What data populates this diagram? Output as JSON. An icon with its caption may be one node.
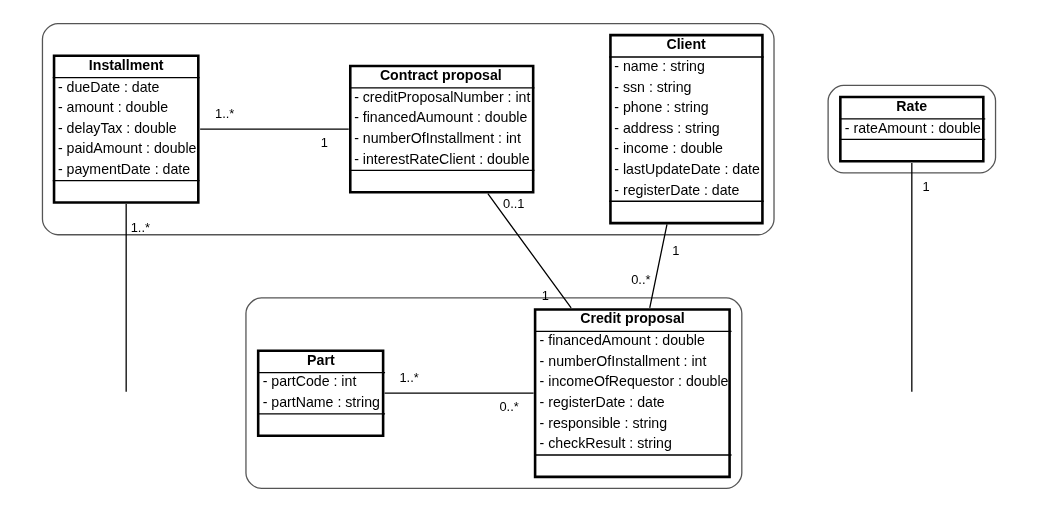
{
  "diagram": {
    "nodes": [
      {
        "text": [],
        "shape": "box"
      },
      {
        "text": [
          "Installment",
          "- dueDate : date",
          "- amount : double",
          "- delayTax : double",
          "- paidAmount : double",
          "- paymentDate : date"
        ],
        "in": 0
      },
      {
        "text": [
          "Contract proposal",
          "- creditProposalNumber : int",
          "- financedAumount : double",
          "- numberOfInstallment : int",
          "- interestRateClient : double"
        ],
        "in": 0
      },
      {
        "text": [
          "Client",
          "- name : string",
          "- ssn : string",
          "- phone : string",
          "- address : string",
          "- income : double",
          "- lastUpdateDate : date",
          "- registerDate : date"
        ],
        "in": 0
      },
      {
        "text": [],
        "shape": "box"
      },
      {
        "text": [
          "Part",
          "- partCode : int",
          "- partName : string"
        ],
        "in": 4
      },
      {
        "text": [
          "Credit proposal",
          "- financedAmount : double",
          "- numberOfInstallment : int",
          "- incomeOfRequestor : double",
          "- registerDate : date",
          "- responsible : string",
          "- checkResult : string"
        ],
        "in": 4
      },
      {
        "text": [],
        "shape": "box"
      },
      {
        "text": [
          "Rate",
          "- rateAmount : double"
        ],
        "in": 7
      }
    ],
    "edges": [
      {
        "from": 1,
        "to": 2,
        "arrow": "none"
      },
      {
        "from": 2,
        "to": 6,
        "arrow": "none"
      },
      {
        "from": 3,
        "to": 6,
        "arrow": "none"
      },
      {
        "from": 5,
        "to": 6,
        "arrow": "none"
      },
      {
        "from": 1,
        "to": null,
        "arrow": "none"
      },
      {
        "from": 8,
        "to": null,
        "arrow": "none"
      }
    ],
    "labels": [
      "1..*",
      "1",
      "1..*",
      "0..1",
      "1",
      "1",
      "0..*",
      "1",
      "1..*",
      "0..*"
    ]
  }
}
